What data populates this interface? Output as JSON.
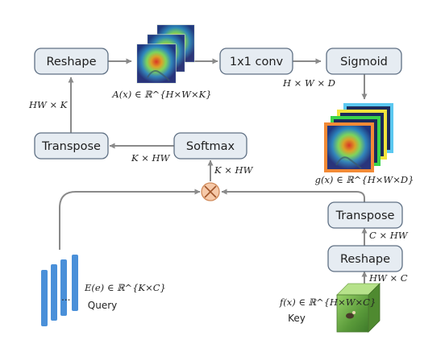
{
  "boxes": {
    "reshape_top": "Reshape",
    "conv": "1x1 conv",
    "sigmoid": "Sigmoid",
    "transpose_left": "Transpose",
    "softmax": "Softmax",
    "transpose_right": "Transpose",
    "reshape_bottom": "Reshape"
  },
  "labels": {
    "attention_map": "A(x) ∈ ℝ^{H×W×K}",
    "hw_k": "HW × K",
    "h_w_d": "H × W × D",
    "k_hw_left": "K × HW",
    "k_hw_softmax": "K × HW",
    "g_output": "g(x) ∈ ℝ^{H×W×D}",
    "c_hw": "C × HW",
    "hw_c": "HW × C",
    "embedding": "E(e) ∈ ℝ^{K×C}",
    "query": "Query",
    "feature": "f(x) ∈ ℝ^{H×W×C}",
    "key": "Key",
    "ellipsis": "..."
  },
  "operator": "⊗",
  "colors": {
    "box_fill": "#e6ecf2",
    "box_stroke": "#5f7084",
    "arrow": "#8a8a8a",
    "multiply_fill": "#f6c9a8",
    "query_bar": "#4a90d9",
    "output_layers": [
      "#5bc8f0",
      "#f2e33c",
      "#39d34a",
      "#f28a36"
    ],
    "key_cube": "#8fd06a"
  }
}
